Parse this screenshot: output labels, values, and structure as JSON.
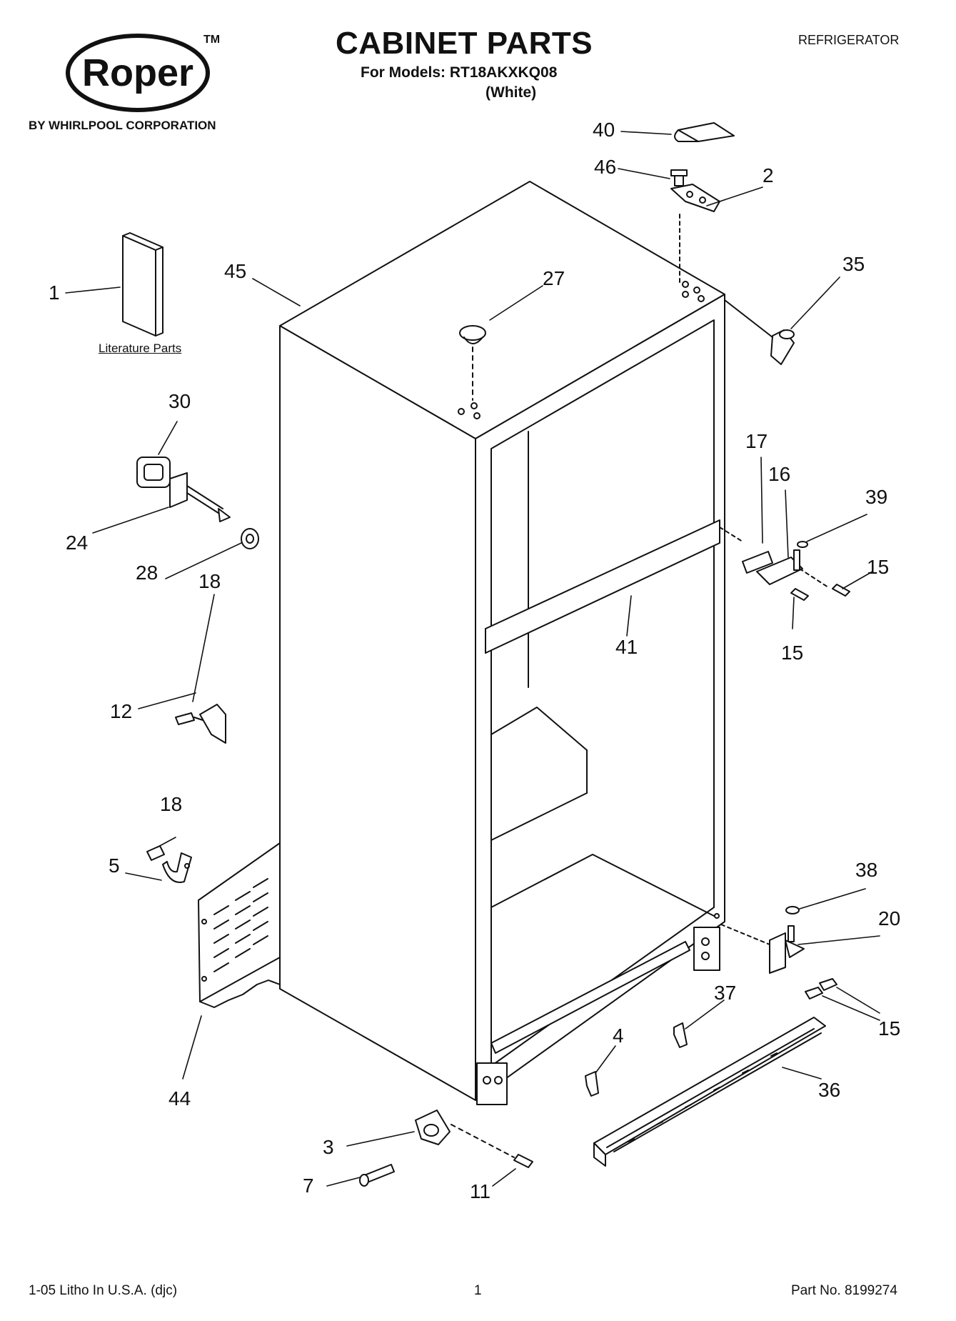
{
  "header": {
    "logo_text": "Roper",
    "logo_trademark": "TM",
    "manufacturer": "BY WHIRLPOOL CORPORATION",
    "title": "CABINET PARTS",
    "models_line": "For Models: RT18AKXKQ08",
    "color_line": "(White)",
    "category": "REFRIGERATOR"
  },
  "literature_caption": "Literature Parts",
  "callouts": {
    "c1": "1",
    "c2": "2",
    "c3": "3",
    "c4": "4",
    "c5": "5",
    "c7": "7",
    "c11": "11",
    "c12": "12",
    "c15a": "15",
    "c15b": "15",
    "c15c": "15",
    "c16": "16",
    "c17": "17",
    "c18a": "18",
    "c18b": "18",
    "c20": "20",
    "c24": "24",
    "c27": "27",
    "c28": "28",
    "c30": "30",
    "c35": "35",
    "c36": "36",
    "c37": "37",
    "c38": "38",
    "c39": "39",
    "c40": "40",
    "c41": "41",
    "c44": "44",
    "c45": "45",
    "c46": "46"
  },
  "footer": {
    "left": "1-05 Litho In U.S.A. (djc)",
    "page": "1",
    "part_no": "Part No. 8199274"
  }
}
